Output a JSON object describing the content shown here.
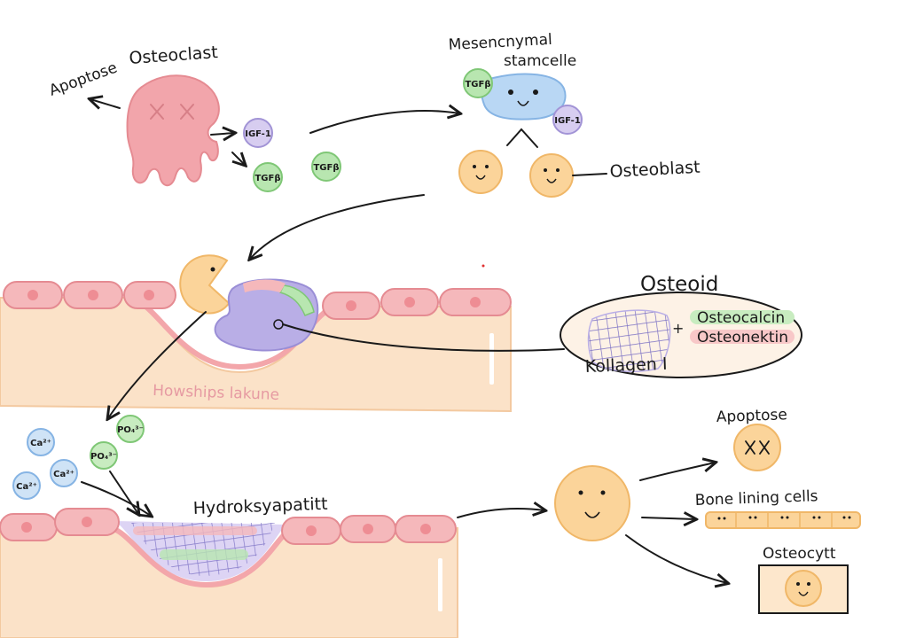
{
  "labels": {
    "apoptose_top": "Apoptose",
    "osteoclast": "Osteoclast",
    "mesenchymal_line1": "Mesencnymal",
    "mesenchymal_line2": "stamcelle",
    "osteoblast": "Osteoblast",
    "osteoid": "Osteoid",
    "osteocalcin": "Osteocalcin",
    "osteonektin": "Osteonektin",
    "kollagen": "Kollagen I",
    "plus": "+",
    "howships": "Howships lakune",
    "hydroksyapatitt": "Hydroksyapatitt",
    "apoptose_right": "Apoptose",
    "bone_lining": "Bone lining cells",
    "osteocytt": "Osteocytt"
  },
  "molecules": {
    "igf1": "IGF-1",
    "tgfb": "TGFβ",
    "ca": "Ca²⁺",
    "po4": "PO₄³⁻"
  },
  "colors": {
    "osteoclast": "#f2a5ab",
    "bone": "#fbe2c8",
    "lining_cell": "#f5b8bb",
    "osteoblast": "#fbd49a",
    "stem_cell": "#b9d7f4",
    "igf": "#d7cdf0",
    "tgf": "#b8e6b0",
    "ca": "#cfe3f6",
    "po4": "#c8ecc0",
    "osteoid_purple": "#b9aee6"
  }
}
